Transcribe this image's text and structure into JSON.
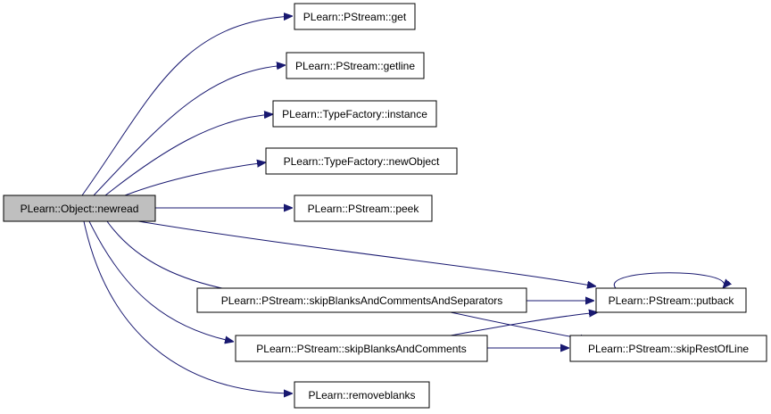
{
  "graph": {
    "nodes": {
      "root": "PLearn::Object::newread",
      "get": "PLearn::PStream::get",
      "getline": "PLearn::PStream::getline",
      "instance": "PLearn::TypeFactory::instance",
      "newObject": "PLearn::TypeFactory::newObject",
      "peek": "PLearn::PStream::peek",
      "skipBCS": "PLearn::PStream::skipBlanksAndCommentsAndSeparators",
      "putback": "PLearn::PStream::putback",
      "skipBC": "PLearn::PStream::skipBlanksAndComments",
      "skipRest": "PLearn::PStream::skipRestOfLine",
      "removeblanks": "PLearn::removeblanks"
    },
    "edges": [
      [
        "root",
        "get"
      ],
      [
        "root",
        "getline"
      ],
      [
        "root",
        "instance"
      ],
      [
        "root",
        "newObject"
      ],
      [
        "root",
        "peek"
      ],
      [
        "root",
        "putback"
      ],
      [
        "root",
        "skipBCS"
      ],
      [
        "root",
        "skipBC"
      ],
      [
        "root",
        "removeblanks"
      ],
      [
        "skipBCS",
        "putback"
      ],
      [
        "skipBCS",
        "skipRest"
      ],
      [
        "skipBC",
        "putback"
      ],
      [
        "skipBC",
        "skipRest"
      ],
      [
        "putback",
        "putback"
      ]
    ],
    "colors": {
      "edge": "#191970",
      "root_fill": "#bfbfbf",
      "node_fill": "#ffffff",
      "node_border": "#000000"
    }
  }
}
